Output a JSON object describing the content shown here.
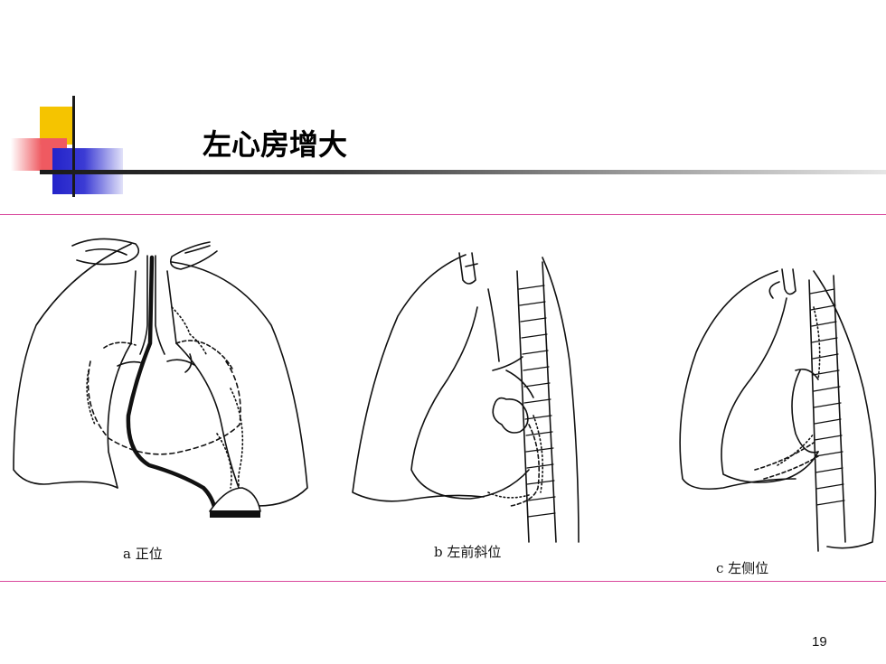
{
  "slide": {
    "title": "左心房增大",
    "page_number": "19"
  },
  "figure": {
    "captions": {
      "a": "a 正位",
      "b": "b 左前斜位",
      "c": "c 左侧位"
    }
  },
  "colors": {
    "accent_yellow": "#f5c400",
    "accent_red": "#ef5a61",
    "accent_blue": "#2323c9",
    "frame_line": "#d9499d"
  }
}
